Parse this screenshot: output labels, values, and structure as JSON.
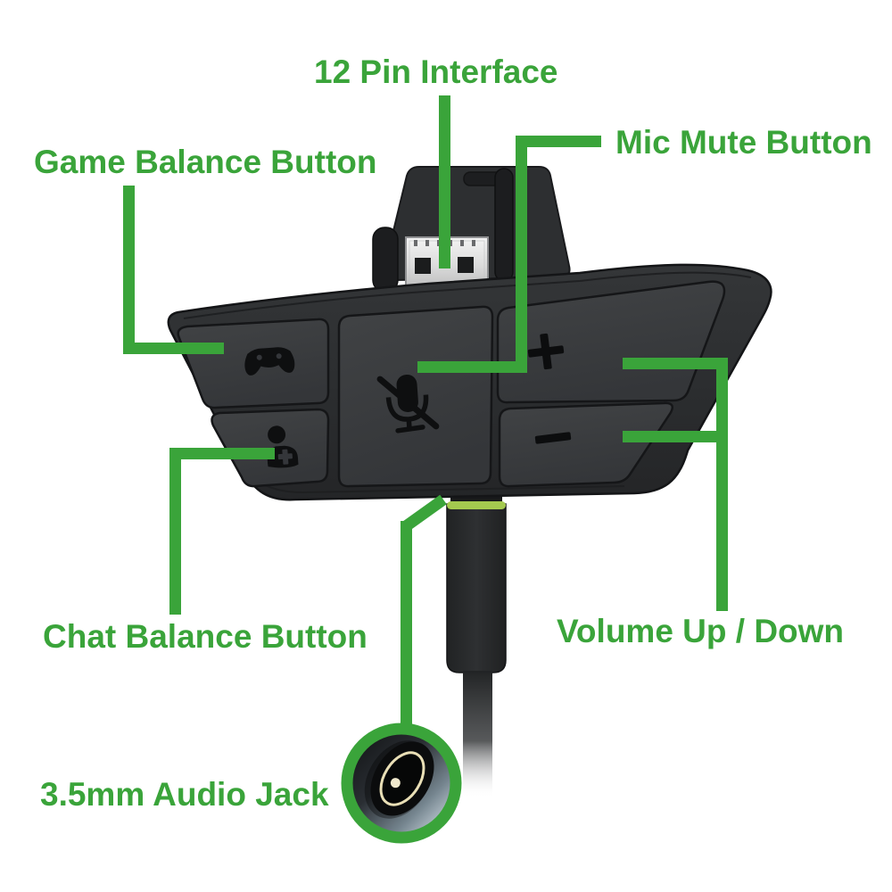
{
  "diagram": {
    "description": "Annotated product diagram of an Xbox stereo headset adapter with green callout lines",
    "labels": {
      "pin_interface": "12 Pin Interface",
      "mic_mute": "Mic Mute Button",
      "game_balance": "Game Balance Button",
      "chat_balance": "Chat Balance Button",
      "volume": "Volume Up / Down",
      "audio_jack": "3.5mm Audio Jack"
    },
    "colors": {
      "callout_green": "#3aa43a",
      "background": "#ffffff",
      "device_body": "#2c2e30",
      "button_face": "#3a3c3e",
      "cable_stripe_green": "#a4c94f"
    },
    "icons": [
      "controller-icon",
      "person-chat-icon",
      "mic-muted-icon",
      "plus-icon",
      "minus-icon",
      "audio-jack-magnifier"
    ]
  }
}
